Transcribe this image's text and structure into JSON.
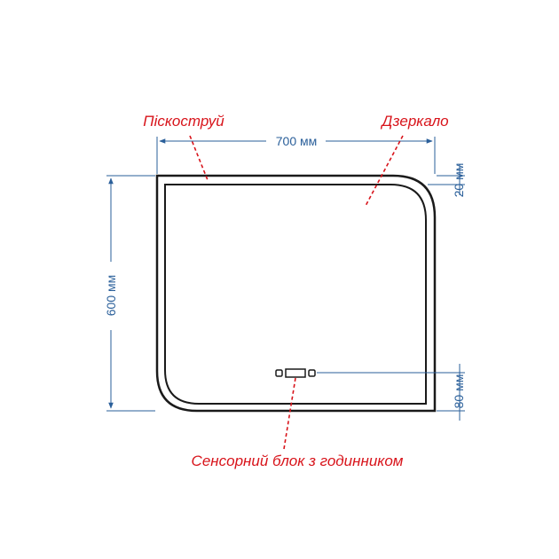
{
  "labels": {
    "sandblast": "Піскоструй",
    "mirror": "Дзеркало",
    "touch_unit": "Сенсорний блок з годинником"
  },
  "dimensions": {
    "width": "700 мм",
    "height": "600 мм",
    "frame_inset": "20 мм",
    "sensor_offset": "80 мм"
  },
  "colors": {
    "annotation": "#d8141b",
    "dimension": "#2a5f9a",
    "outline": "#1a1a1a"
  }
}
